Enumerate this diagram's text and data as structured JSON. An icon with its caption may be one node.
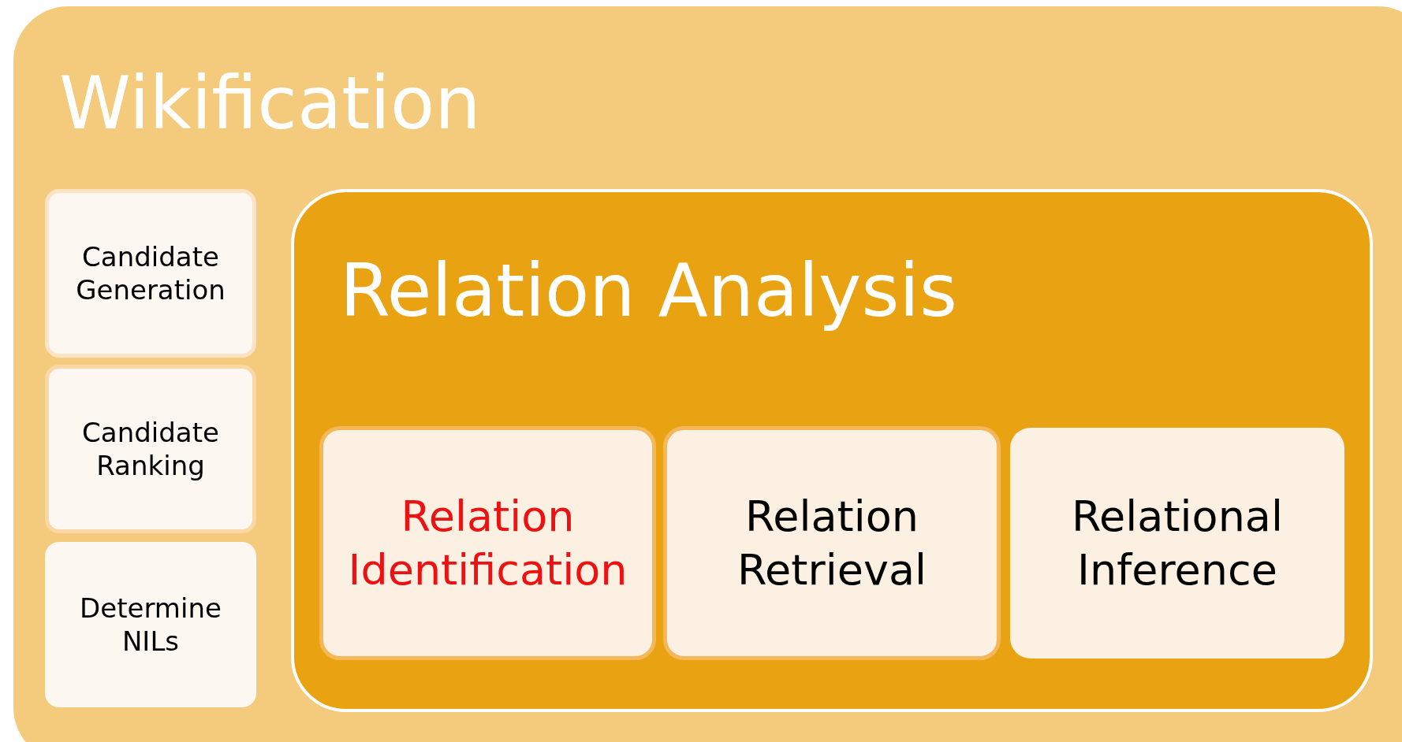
{
  "diagram": {
    "nodes": [
      {
        "text": [
          "Wikification"
        ]
      },
      {
        "text": [
          "Candidate Generation"
        ],
        "in": 0
      },
      {
        "text": [
          "Candidate Ranking"
        ],
        "in": 0
      },
      {
        "text": [
          "Determine NILs"
        ],
        "in": 0
      },
      {
        "text": [
          "Relation Analysis"
        ],
        "in": 0
      },
      {
        "text": [
          "Relation Identification"
        ],
        "in": 4
      },
      {
        "text": [
          "Relation Retrieval"
        ],
        "in": 4
      },
      {
        "text": [
          "Relational Inference"
        ],
        "in": 4
      }
    ],
    "edges": []
  }
}
